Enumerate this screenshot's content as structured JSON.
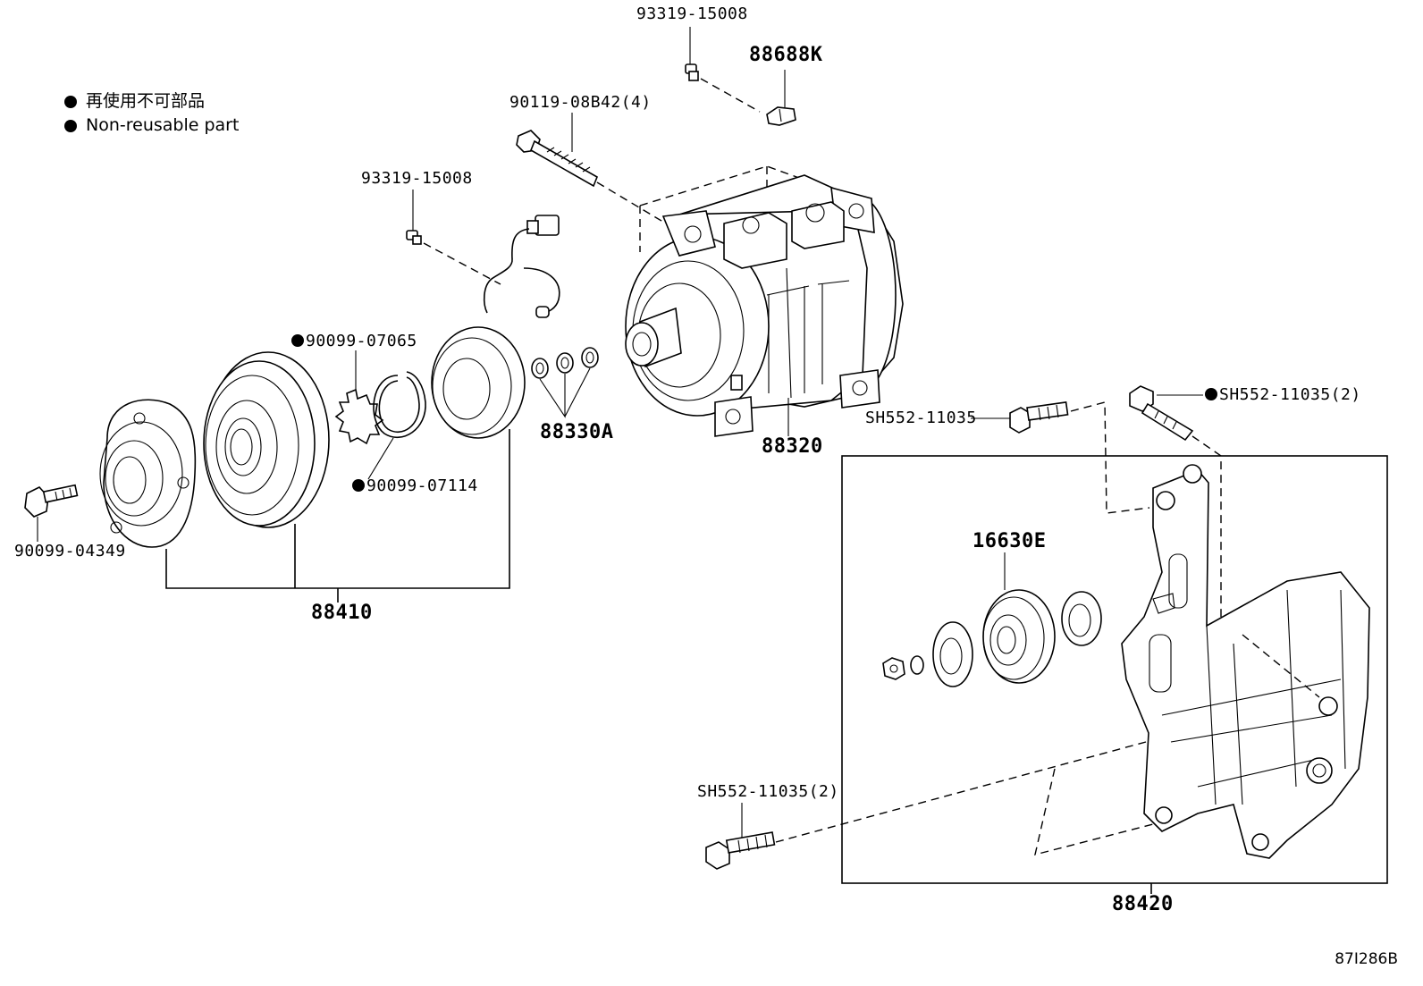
{
  "legend": {
    "line_ja": "再使用不可部品",
    "line_en": "Non-reusable part"
  },
  "labels": {
    "p93319_top": "93319-15008",
    "p88688K": "88688K",
    "p90119": "90119-08B42(4)",
    "p93319_mid": "93319-15008",
    "p90099_07065": "90099-07065",
    "p88330A": "88330A",
    "p88320": "88320",
    "pSH552_mid": "SH552-11035",
    "pSH552_2_top": "SH552-11035(2)",
    "p90099_07114": "90099-07114",
    "p90099_04349": "90099-04349",
    "p88410": "88410",
    "p16630E": "16630E",
    "pSH552_2_bot": "SH552-11035(2)",
    "p88420": "88420"
  },
  "figure_code": "87I286B"
}
